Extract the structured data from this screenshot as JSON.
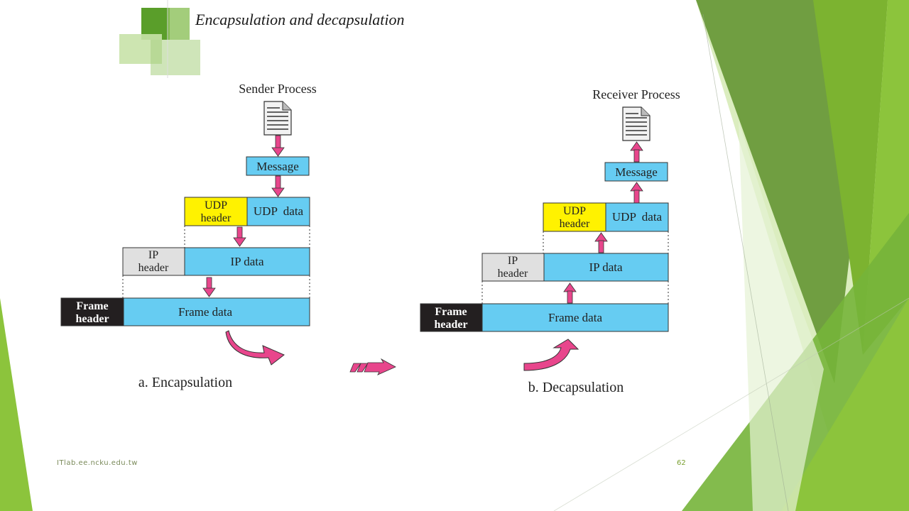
{
  "slide": {
    "title": "Encapsulation and decapsulation",
    "footer_url": "ITlab.ee.ncku.edu.tw",
    "page_number": "62"
  },
  "encapsulation": {
    "process_label": "Sender Process",
    "message": "Message",
    "udp_header_line1": "UDP",
    "udp_header_line2": "header",
    "udp_data": "UDP  data",
    "ip_header_line1": "IP",
    "ip_header_line2": "header",
    "ip_data": "IP data",
    "frame_header_line1": "Frame",
    "frame_header_line2": "header",
    "frame_data": "Frame data",
    "caption": "a. Encapsulation"
  },
  "decapsulation": {
    "process_label": "Receiver Process",
    "message": "Message",
    "udp_header_line1": "UDP",
    "udp_header_line2": "header",
    "udp_data": "UDP  data",
    "ip_header_line1": "IP",
    "ip_header_line2": "header",
    "ip_data": "IP data",
    "frame_header_line1": "Frame",
    "frame_header_line2": "header",
    "frame_data": "Frame data",
    "caption": "b. Decapsulation"
  },
  "colors": {
    "data_box": "#66ccf2",
    "udp_header": "#fff200",
    "ip_header": "#e0e0e0",
    "frame_header": "#231f20",
    "arrow": "#e8468c",
    "theme_green": "#7ab648"
  }
}
